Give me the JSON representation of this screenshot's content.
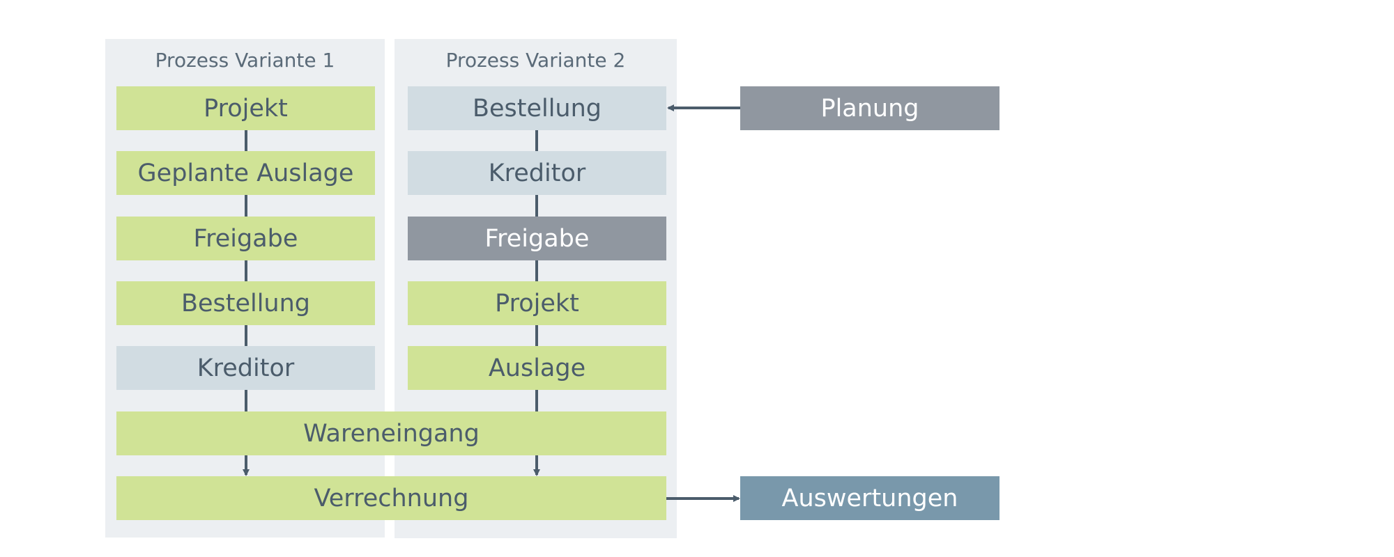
{
  "variant1": {
    "title": "Prozess Variante 1",
    "steps": [
      "Projekt",
      "Geplante Auslage",
      "Freigabe",
      "Bestellung",
      "Kreditor"
    ]
  },
  "variant2": {
    "title": "Prozess Variante 2",
    "steps": [
      "Bestellung",
      "Kreditor",
      "Freigabe",
      "Projekt",
      "Auslage"
    ]
  },
  "shared": {
    "wareneingang": "Wareneingang",
    "verrechnung": "Verrechnung"
  },
  "external": {
    "planung": "Planung",
    "auswertungen": "Auswertungen"
  },
  "colors": {
    "green": "#d0e396",
    "light_gray": "#d1dce2",
    "dark_gray": "#9097a0",
    "steel_blue": "#7998ab",
    "panel_bg": "#eceff2",
    "connector": "#4b5c6b"
  }
}
